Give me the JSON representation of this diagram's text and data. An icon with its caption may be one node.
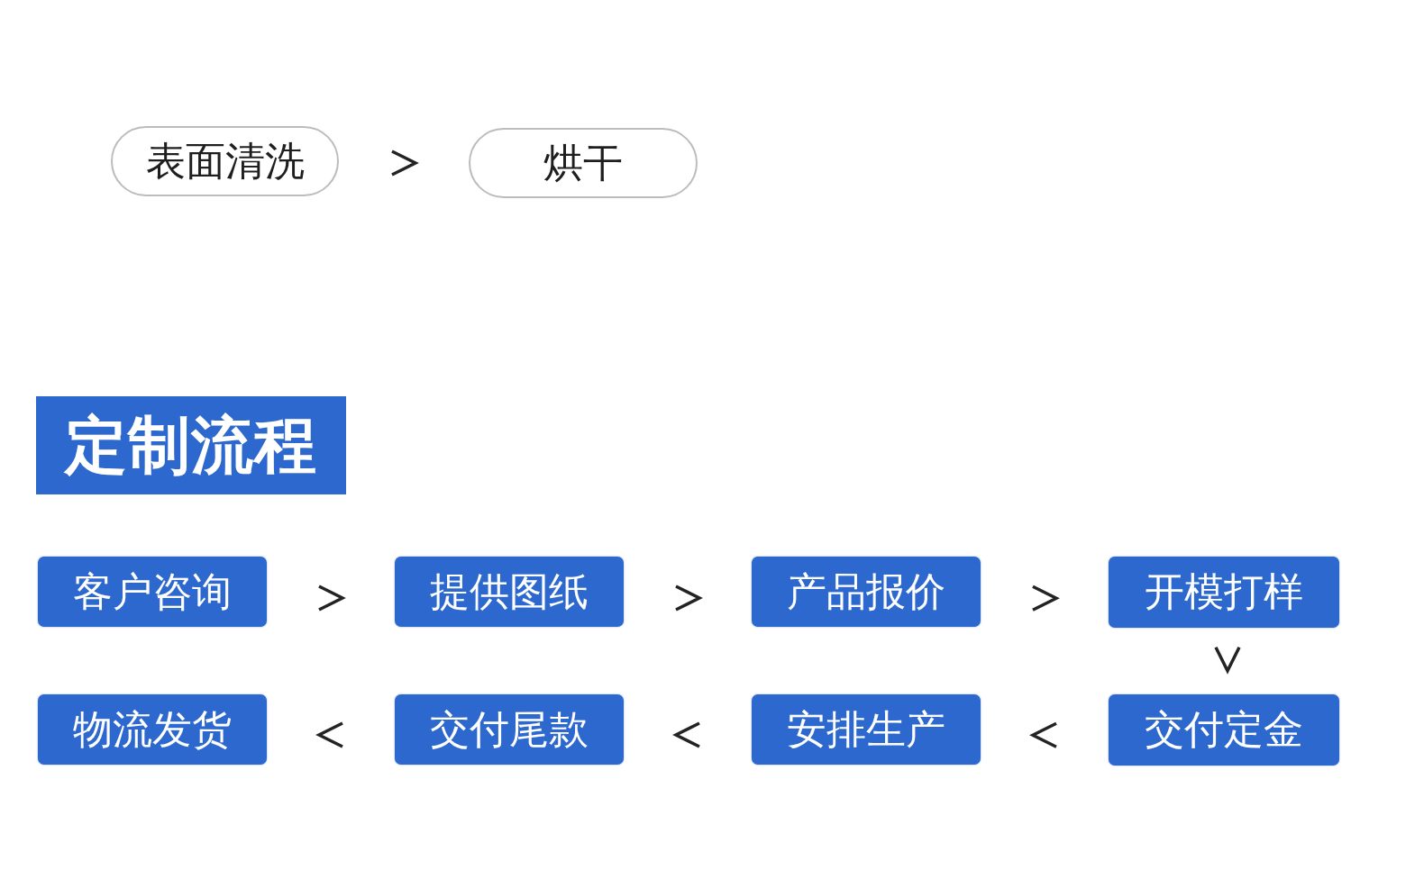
{
  "diagram": {
    "title": "定制流程",
    "nodes": [
      {
        "text": [
          "表面清洗"
        ]
      },
      {
        "text": [
          "烘干"
        ]
      },
      {
        "text": [
          "客户咨询"
        ]
      },
      {
        "text": [
          "提供图纸"
        ]
      },
      {
        "text": [
          "产品报价"
        ]
      },
      {
        "text": [
          "开模打样"
        ]
      },
      {
        "text": [
          "物流发货"
        ]
      },
      {
        "text": [
          "交付尾款"
        ]
      },
      {
        "text": [
          "安排生产"
        ]
      },
      {
        "text": [
          "交付定金"
        ]
      }
    ],
    "edges": [
      {
        "from": 0,
        "to": 1,
        "arrow": "to"
      },
      {
        "from": 2,
        "to": 3,
        "arrow": "to"
      },
      {
        "from": 3,
        "to": 4,
        "arrow": "to"
      },
      {
        "from": 4,
        "to": 5,
        "arrow": "to"
      },
      {
        "from": 5,
        "to": 9,
        "arrow": "to"
      },
      {
        "from": 9,
        "to": 8,
        "arrow": "to"
      },
      {
        "from": 8,
        "to": 7,
        "arrow": "to"
      },
      {
        "from": 7,
        "to": 6,
        "arrow": "to"
      }
    ]
  }
}
